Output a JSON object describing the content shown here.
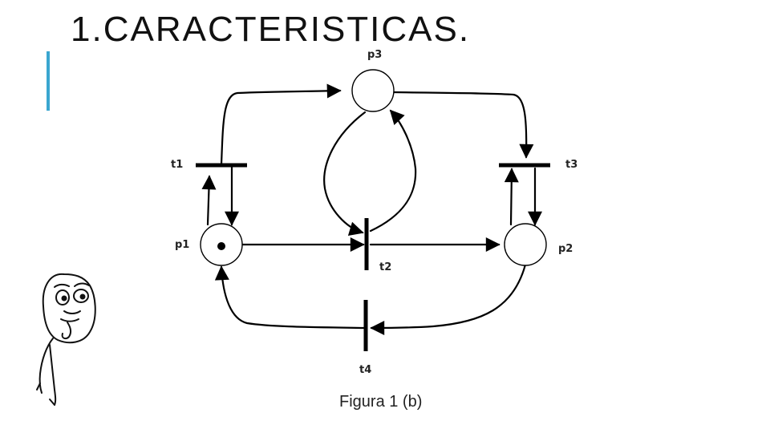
{
  "slide": {
    "title": "1.CARACTERISTICAS.",
    "caption": "Figura 1 (b)"
  },
  "colors": {
    "accent": "#3aa6d0",
    "stroke": "#000000"
  },
  "petri_net": {
    "places": [
      {
        "id": "p1",
        "label": "p1",
        "tokens": 1
      },
      {
        "id": "p2",
        "label": "p2",
        "tokens": 0
      },
      {
        "id": "p3",
        "label": "p3",
        "tokens": 0
      }
    ],
    "transitions": [
      {
        "id": "t1",
        "label": "t1"
      },
      {
        "id": "t2",
        "label": "t2"
      },
      {
        "id": "t3",
        "label": "t3"
      },
      {
        "id": "t4",
        "label": "t4"
      }
    ],
    "arcs": [
      {
        "from": "p1",
        "to": "t1"
      },
      {
        "from": "t1",
        "to": "p1"
      },
      {
        "from": "t1",
        "to": "p3"
      },
      {
        "from": "p3",
        "to": "t2"
      },
      {
        "from": "t2",
        "to": "p3"
      },
      {
        "from": "p1",
        "to": "t2"
      },
      {
        "from": "t2",
        "to": "p2"
      },
      {
        "from": "p3",
        "to": "t3"
      },
      {
        "from": "p2",
        "to": "t3"
      },
      {
        "from": "t3",
        "to": "p2"
      },
      {
        "from": "p2",
        "to": "t4"
      },
      {
        "from": "t4",
        "to": "p1"
      }
    ]
  },
  "illustration": {
    "icon": "thinking-stick-figure-icon"
  }
}
